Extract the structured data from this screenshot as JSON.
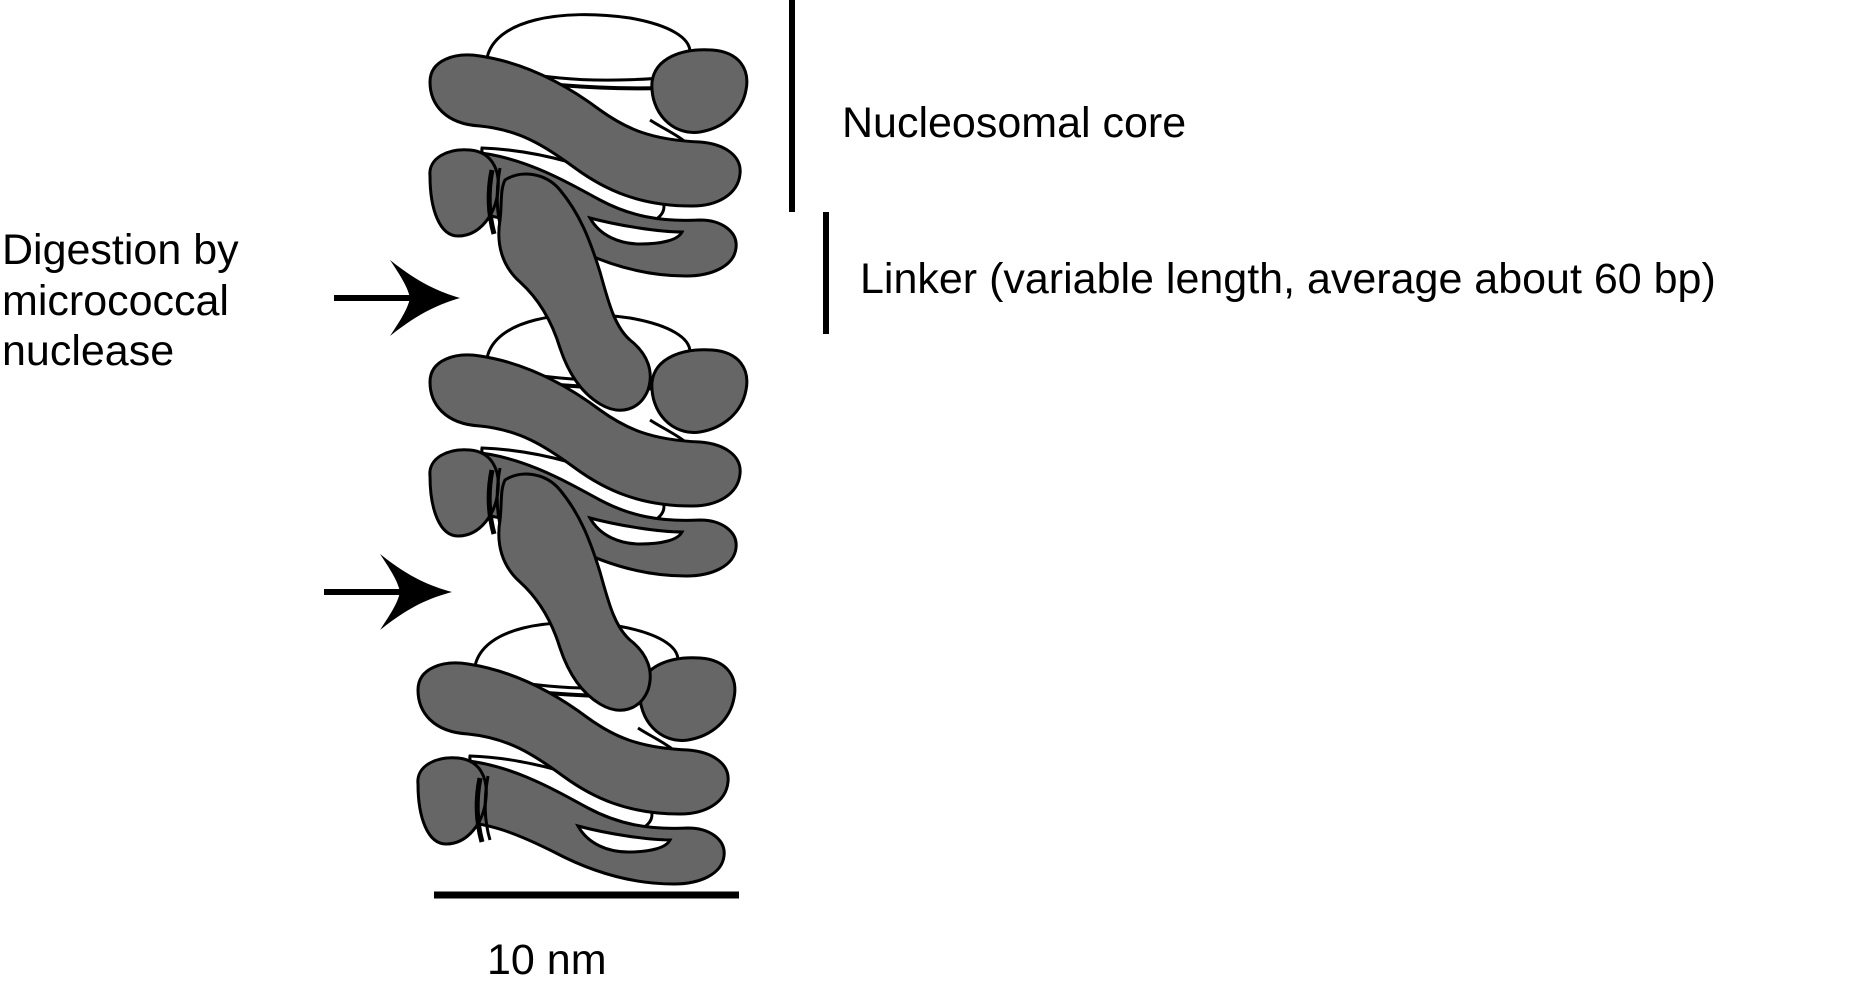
{
  "labels": {
    "digestion": [
      "Digestion by",
      "micrococcal",
      "nuclease"
    ],
    "core": "Nucleosomal core",
    "linker": "Linker (variable length, average about 60 bp)",
    "scale": "10 nm"
  },
  "colors": {
    "dna": "#666666",
    "histone": "#ffffff",
    "stroke": "#000000"
  },
  "nucleosome_count": 3,
  "cut_site_count": 2
}
